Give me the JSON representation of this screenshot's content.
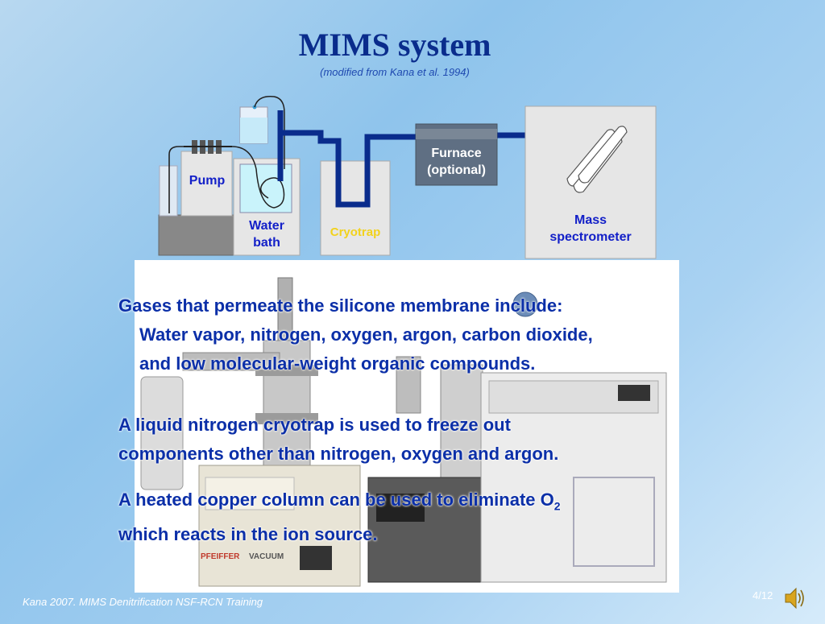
{
  "slide": {
    "title": "MIMS system",
    "subtitle": "(modified from Kana et al. 1994)"
  },
  "diagram": {
    "pump_label": "Pump",
    "water_bath_line1": "Water",
    "water_bath_line2": "bath",
    "cryotrap_label": "Cryotrap",
    "furnace_line1": "Furnace",
    "furnace_line2": "(optional)",
    "mass_spec_line1": "Mass",
    "mass_spec_line2": "spectrometer"
  },
  "body": {
    "p1_line1": "Gases that permeate the silicone membrane include:",
    "p1_line2": "Water vapor, nitrogen, oxygen, argon, carbon dioxide,",
    "p1_line3": "and low molecular-weight organic compounds.",
    "p2_line1": "A liquid nitrogen cryotrap is used to freeze out",
    "p2_line2": "components other than nitrogen, oxygen and argon.",
    "p3_line1_text": "A heated copper column can be used to eliminate O",
    "p3_line1_sub": "2",
    "p3_line2": "which reacts in the ion source."
  },
  "photo_text": {
    "brand": "PFEIFFER",
    "model": "VACUUM"
  },
  "footer": {
    "credit": "Kana 2007. MIMS Denitrification NSF-RCN Training",
    "page": "4/12"
  },
  "icons": {
    "speaker": "speaker-icon"
  },
  "colors": {
    "title": "#0a2c8c",
    "label": "#1320c8",
    "pipe": "#0a2c8c",
    "furnace": "#5f6f83"
  }
}
